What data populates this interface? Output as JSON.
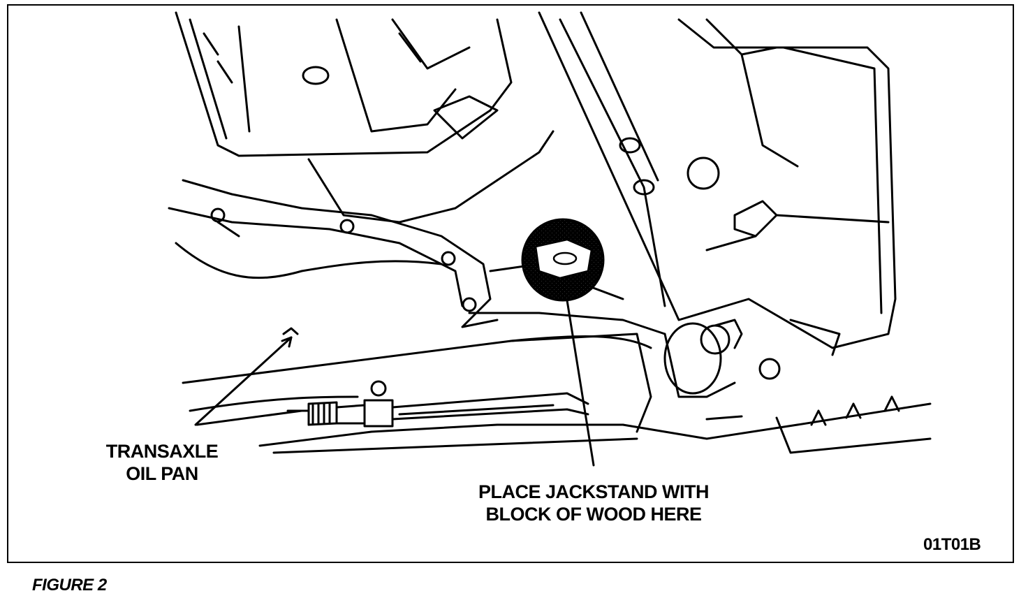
{
  "figure_caption": "FIGURE 2",
  "callouts": {
    "oil_pan": {
      "line1": "TRANSAXLE",
      "line2": "OIL PAN"
    },
    "jackstand": {
      "line1": "PLACE JACKSTAND WITH",
      "line2": "BLOCK OF WOOD HERE"
    }
  },
  "diagram_code": "01T01B"
}
